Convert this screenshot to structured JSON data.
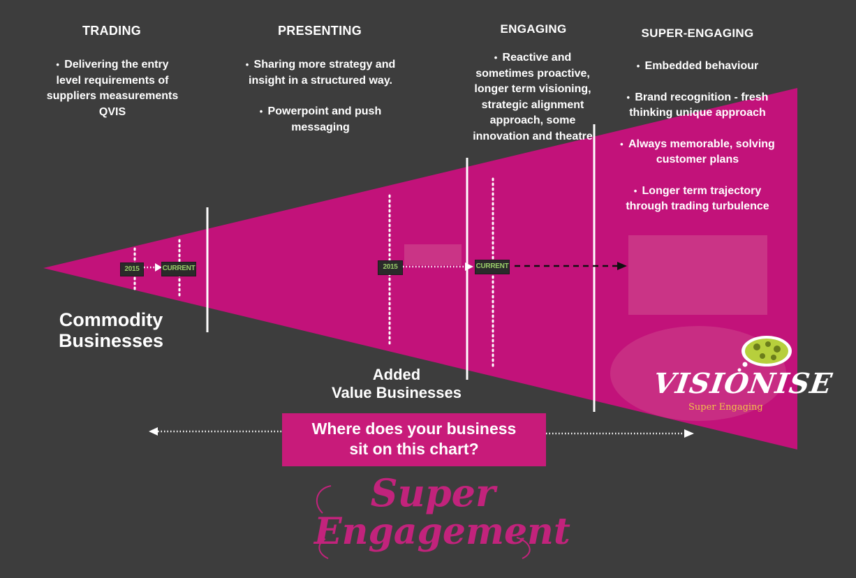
{
  "stages": [
    {
      "title": "TRADING",
      "points": [
        "Delivering the entry level requirements of suppliers measurements QVIS"
      ]
    },
    {
      "title": "PRESENTING",
      "points": [
        "Sharing more strategy and insight in a structured way.",
        "Powerpoint and push messaging"
      ]
    },
    {
      "title": "ENGAGING",
      "points": [
        "Reactive and sometimes proactive, longer term visioning, strategic alignment approach, some innovation and theatre"
      ]
    },
    {
      "title": "SUPER-ENGAGING",
      "points": [
        "Embedded behaviour",
        "Brand recognition - fresh thinking unique approach",
        "Always memorable, solving customer plans",
        "Longer term trajectory through trading turbulence"
      ]
    }
  ],
  "labels": {
    "commodity": [
      "Commodity",
      "Businesses"
    ],
    "added_value": [
      "Added",
      "Value Businesses"
    ]
  },
  "markers": {
    "left": {
      "from": "2015",
      "to": "CURRENT"
    },
    "middle": {
      "from": "2015",
      "to": "CURRENT"
    }
  },
  "question": [
    "Where does your business",
    "sit on this chart?"
  ],
  "brand": {
    "name": "VISIONISE",
    "tagline": "Super Engaging"
  },
  "footer_logo": [
    "Super",
    "Engagement"
  ],
  "colors": {
    "background": "#3d3d3d",
    "funnel": "#c2127a",
    "question_box": "#c81b7a",
    "tag_text": "#9acd6a",
    "brand_tagline": "#f2c24a"
  }
}
